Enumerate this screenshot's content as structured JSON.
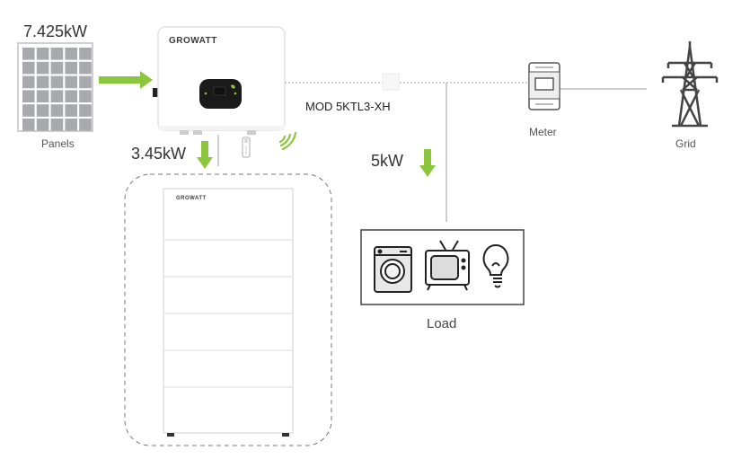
{
  "panels": {
    "power": "7.425kW",
    "label": "Panels"
  },
  "inverter": {
    "brand": "GROWATT",
    "model": "MOD 5KTL3-XH"
  },
  "battery": {
    "power": "3.45kW",
    "brand": "GROWATT"
  },
  "load": {
    "power": "5kW",
    "label": "Load"
  },
  "meter": {
    "label": "Meter"
  },
  "grid": {
    "label": "Grid"
  },
  "colors": {
    "flow_arrow": "#8cc63f",
    "line": "#bfbfbf",
    "panel_cell": "#a7a9ac"
  }
}
